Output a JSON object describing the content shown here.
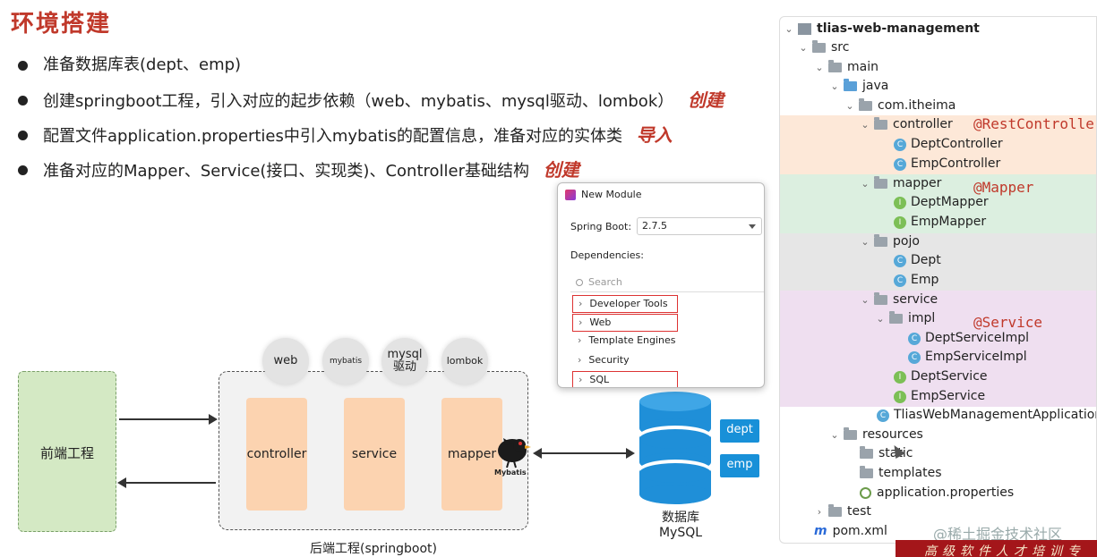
{
  "title": "环境搭建",
  "bullets": [
    {
      "text": "准备数据库表(dept、emp)",
      "note": ""
    },
    {
      "text": "创建springboot工程，引入对应的起步依赖（web、mybatis、mysql驱动、lombok）",
      "note": "创建"
    },
    {
      "text": "配置文件application.properties中引入mybatis的配置信息，准备对应的实体类",
      "note": "导入"
    },
    {
      "text": "准备对应的Mapper、Service(接口、实现类)、Controller基础结构",
      "note": "创建"
    }
  ],
  "diagram": {
    "frontend": "前端工程",
    "backend_label": "后端工程(springboot)",
    "layers": [
      "controller",
      "service",
      "mapper"
    ],
    "deps": [
      "web",
      "mybatis",
      "mysql驱动",
      "lombok"
    ],
    "mybatis_logo_label": "Mybatis",
    "db_label_1": "数据库",
    "db_label_2": "MySQL",
    "tables": [
      "dept",
      "emp"
    ]
  },
  "dialog": {
    "title": "New Module",
    "spring_boot_label": "Spring Boot:",
    "spring_boot_version": "2.7.5",
    "dependencies_label": "Dependencies:",
    "search_placeholder": "Search",
    "items": [
      "Developer Tools",
      "Web",
      "Template Engines",
      "Security",
      "SQL"
    ]
  },
  "tree": {
    "project": "tlias-web-management",
    "src": "src",
    "main": "main",
    "java": "java",
    "package": "com.itheima",
    "controller": "controller",
    "dept_controller": "DeptController",
    "emp_controller": "EmpController",
    "mapper": "mapper",
    "dept_mapper": "DeptMapper",
    "emp_mapper": "EmpMapper",
    "pojo": "pojo",
    "dept": "Dept",
    "emp": "Emp",
    "service": "service",
    "impl": "impl",
    "dept_service_impl": "DeptServiceImpl",
    "emp_service_impl": "EmpServiceImpl",
    "dept_service": "DeptService",
    "emp_service": "EmpService",
    "application": "TliasWebManagementApplication",
    "resources": "resources",
    "static": "static",
    "templates": "templates",
    "properties": "application.properties",
    "test": "test",
    "pom": "pom.xml",
    "annot_controller": "@RestController",
    "annot_mapper": "@Mapper",
    "annot_service": "@Service"
  },
  "watermark": "@稀土掘金技术社区",
  "footer_banner": "高级软件人才培训专",
  "colors": {
    "title_red": "#c0392b",
    "controller_band": "#fde8d8",
    "mapper_band": "#dcefe0",
    "pojo_band": "#e6e6e6",
    "service_band": "#efdff0",
    "layer_orange": "#fcd3b0",
    "frontend_green": "#d4e9c4",
    "db_blue": "#1f8fd8"
  }
}
